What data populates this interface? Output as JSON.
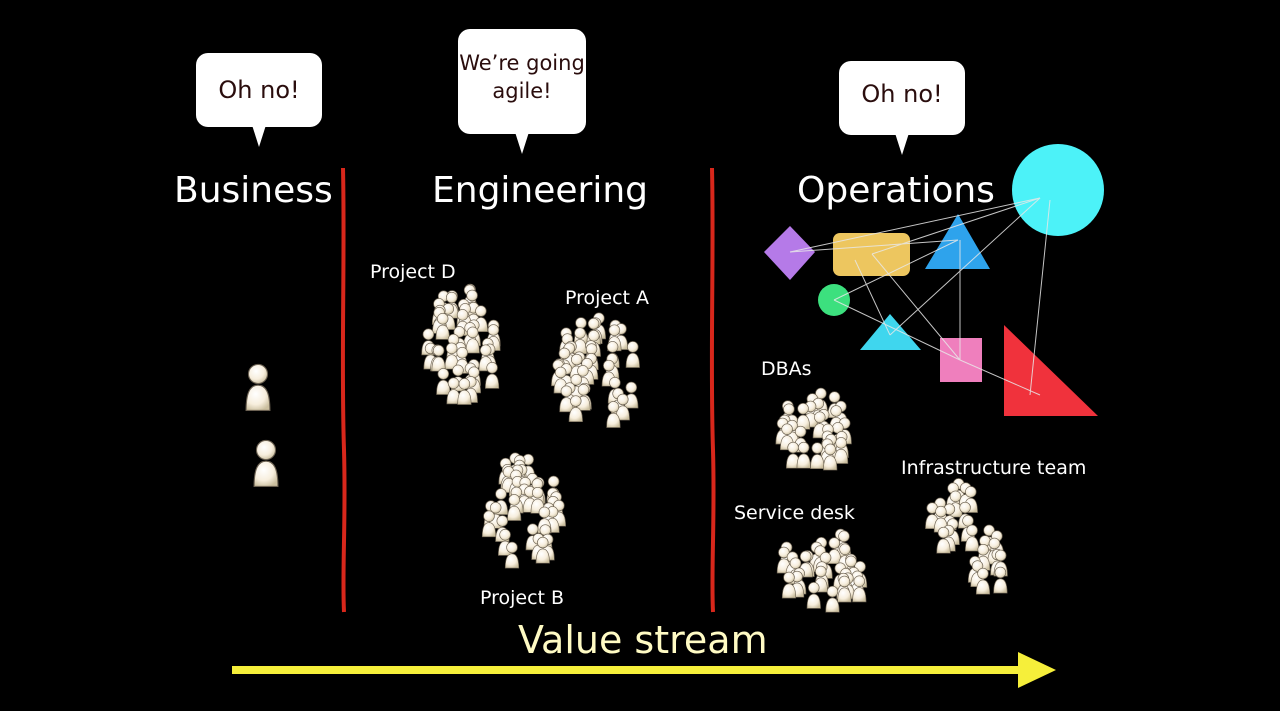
{
  "bubbles": {
    "business": "Oh no!",
    "engineering_line1": "We’re going",
    "engineering_line2": "agile!",
    "operations": "Oh no!"
  },
  "sections": {
    "business": "Business",
    "engineering": "Engineering",
    "operations": "Operations"
  },
  "teams": {
    "project_d": "Project D",
    "project_a": "Project A",
    "project_b": "Project B",
    "dbas": "DBAs",
    "service_desk": "Service desk",
    "infrastructure": "Infrastructure team"
  },
  "value_stream": "Value stream",
  "colors": {
    "divider": "#d8271b",
    "arrow": "#f6ef3a",
    "person": "#f7eedd",
    "circle_big": "#4cf2f8",
    "diamond": "#b57ae8",
    "rounded_rect": "#edc65f",
    "triangle_blue": "#2ea3ec",
    "circle_green": "#3ce07e",
    "triangle_cyan": "#3fd6ee",
    "square_pink": "#ef7fbd",
    "triangle_red": "#f0323c"
  }
}
